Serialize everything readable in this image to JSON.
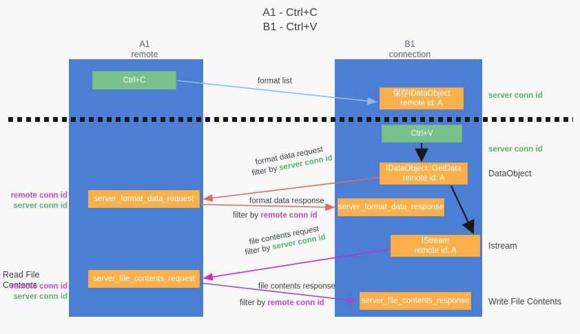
{
  "title": {
    "line1": "A1 - Ctrl+C",
    "line2": "B1 - Ctrl+V"
  },
  "columns": [
    {
      "id": "a1",
      "name": "A1",
      "sub": "remote"
    },
    {
      "id": "b1",
      "name": "B1",
      "sub": "connection"
    }
  ],
  "boxes": {
    "ctrl_c": {
      "line1": "Ctrl+C",
      "line2": "",
      "color": "#76c18c"
    },
    "idataobject": {
      "line1": "保存IDataObject",
      "line2": "remote id: A",
      "color": "#fbb04b"
    },
    "ctrl_v": {
      "line1": "Ctrl+V",
      "line2": "",
      "color": "#76c18c"
    },
    "getdata": {
      "line1": "IDataObject::GetData",
      "line2": "remote id: A",
      "color": "#fbb04b"
    },
    "format_data_request": {
      "line1": "server_format_data_request",
      "line2": "",
      "color": "#fbb04b"
    },
    "format_data_response": {
      "line1": "server_format_data_response",
      "line2": "",
      "color": "#fbb04b"
    },
    "istream": {
      "line1": "IStream",
      "line2": "remote id: A",
      "color": "#fbb04b"
    },
    "file_contents_request": {
      "line1": "server_file_contents_request",
      "line2": "",
      "color": "#fbb04b"
    },
    "file_contents_response": {
      "line1": "server_file_contents_response",
      "line2": "",
      "color": "#fbb04b"
    }
  },
  "edge_labels": {
    "format_list": "format list",
    "format_data_request": "format data request",
    "format_data_request_filter_prefix": "filter by ",
    "format_data_request_filter_key": "server conn id",
    "format_data_response": "format data response",
    "format_data_response_filter_prefix": "filter by ",
    "format_data_response_filter_key": "remote conn id",
    "file_contents_request": "file contents request",
    "file_contents_request_filter_prefix": "filter by ",
    "file_contents_request_filter_key": "server conn id",
    "file_contents_response": "file contents response",
    "file_contents_response_filter_prefix": "filter by ",
    "file_contents_response_filter_key": "remote conn id"
  },
  "right_labels": {
    "server_conn_id_1": "server conn id",
    "server_conn_id_2": "server conn id",
    "dataobject": "DataObject",
    "istream": "Istream",
    "write_file_contents": "Write File Contents"
  },
  "left_labels": {
    "read_file_contents": "Read File Contents",
    "remote_conn_id_1": "remote conn id",
    "server_conn_id_1": "server conn id",
    "remote_conn_id_2": "remote conn id",
    "server_conn_id_2": "server conn id"
  },
  "colors": {
    "lane_blue": "#4a7fd4",
    "box_green": "#76c18c",
    "box_orange": "#fbb04b",
    "accent_green_text": "#57b36f",
    "accent_purple_text": "#c44ad0",
    "arrow_light_blue": "#8ebbe8",
    "arrow_red": "#e8685d",
    "arrow_magenta": "#d426c8",
    "arrow_purple": "#9c4ad0",
    "arrow_black": "#1a1a1a",
    "background": "#f8f8f8"
  }
}
